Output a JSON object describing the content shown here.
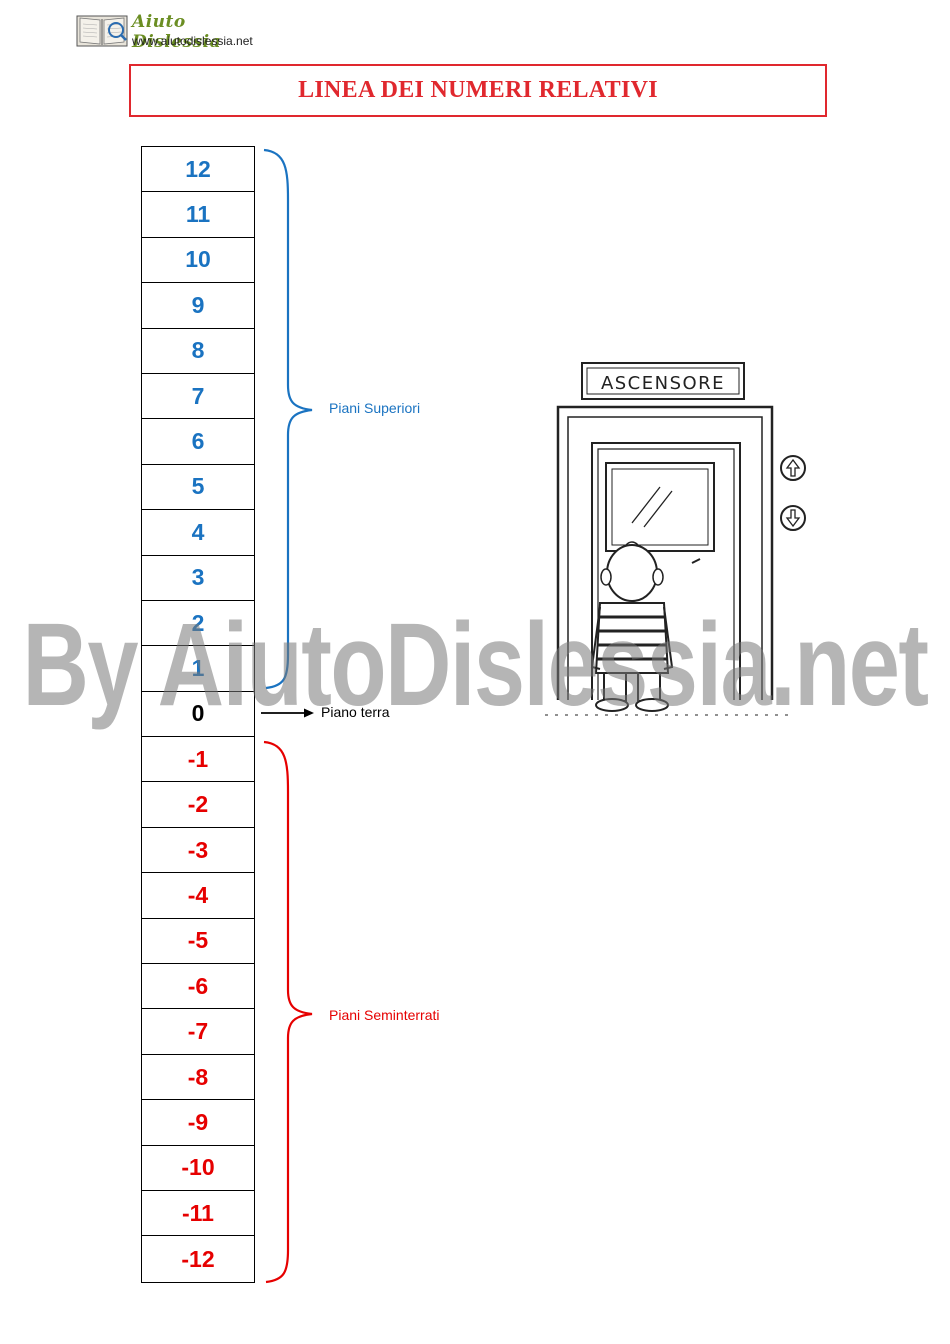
{
  "header": {
    "logo_title": "Aiuto Dislessia",
    "logo_url": "www.aiutodislessia.net"
  },
  "title": "LINEA DEI NUMERI RELATIVI",
  "number_line": {
    "cells": [
      "12",
      "11",
      "10",
      "9",
      "8",
      "7",
      "6",
      "5",
      "4",
      "3",
      "2",
      "1",
      "0",
      "-1",
      "-2",
      "-3",
      "-4",
      "-5",
      "-6",
      "-7",
      "-8",
      "-9",
      "-10",
      "-11",
      "-12"
    ]
  },
  "labels": {
    "upper_floors": "Piani Superiori",
    "ground_floor": "Piano terra",
    "basement_floors": "Piani Seminterrati"
  },
  "illustration": {
    "sign": "ASCENSORE"
  },
  "watermark": "By AiutoDislessia.net",
  "colors": {
    "positive": "#1a73c1",
    "zero": "#000000",
    "negative": "#e60000",
    "title": "#e0282e"
  }
}
